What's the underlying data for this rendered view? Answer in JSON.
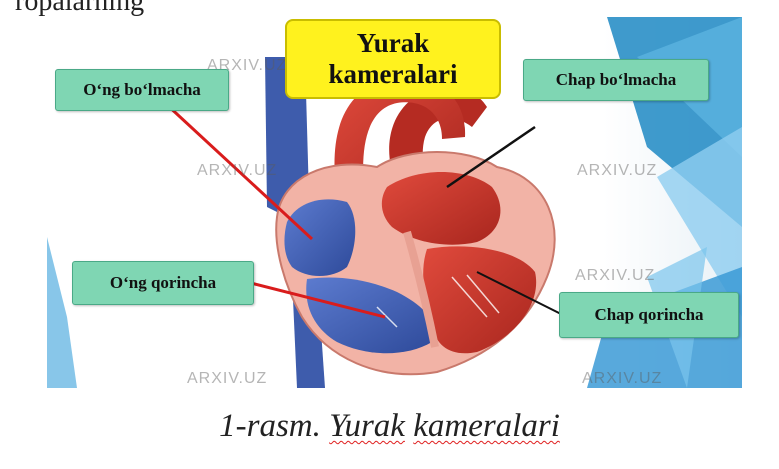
{
  "top_text": "ropalarning",
  "diagram": {
    "title_line1": "Yurak",
    "title_line2": "kameralari",
    "labels": {
      "right_atrium": "O‘ng bo‘lmacha",
      "left_atrium": "Chap bo‘lmacha",
      "right_ventricle": "O‘ng qorincha",
      "left_ventricle": "Chap qorincha"
    },
    "watermark": "ARXIV.UZ"
  },
  "caption": {
    "prefix": "1-rasm. ",
    "word1": "Yurak",
    "space": " ",
    "word2": "kameralari"
  },
  "colors": {
    "label_bg": "#7fd6b3",
    "title_bg": "#fff21e",
    "deoxygenated": "#3f5fb0",
    "oxygenated": "#c8352b",
    "pointer_red": "#d91c1c",
    "pointer_black": "#111111"
  }
}
